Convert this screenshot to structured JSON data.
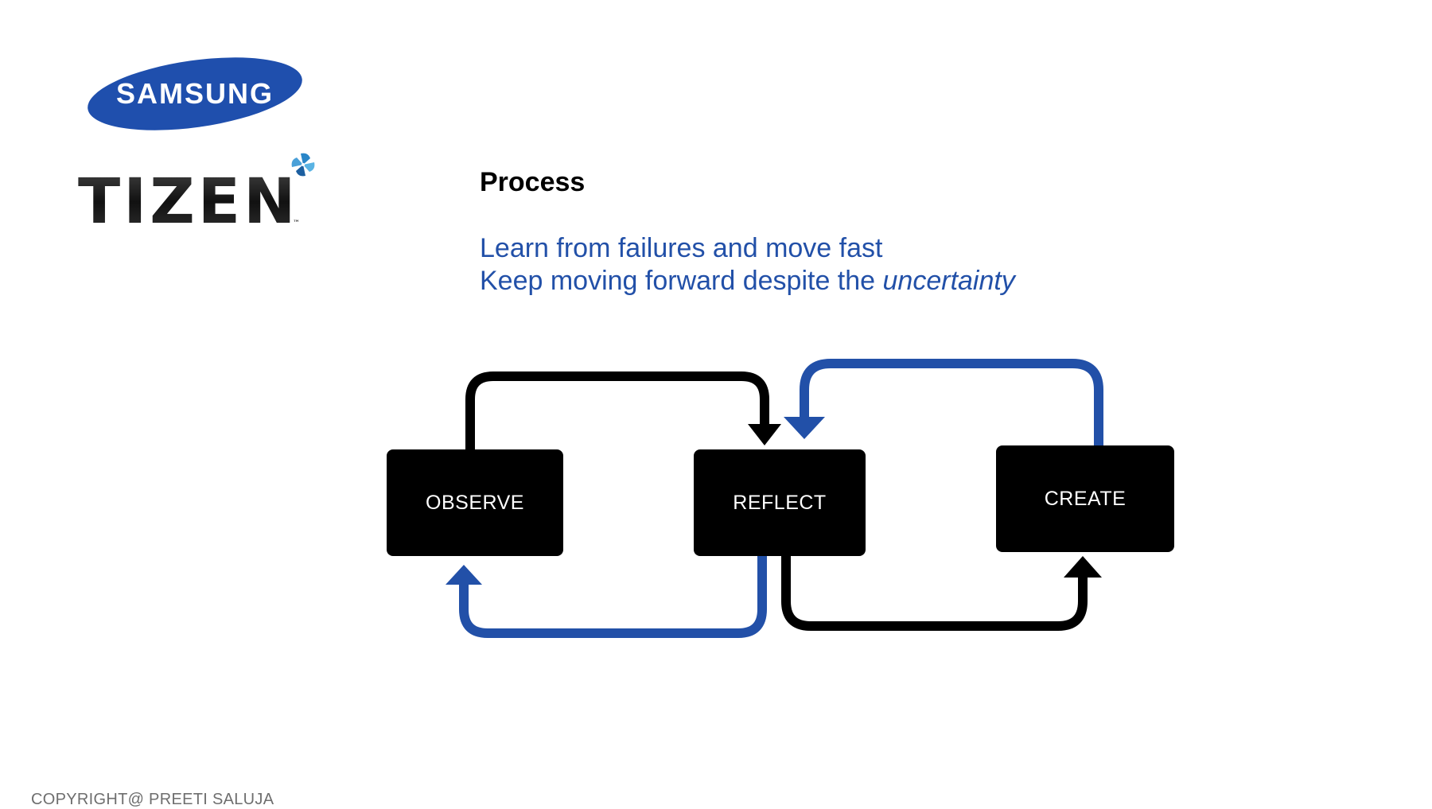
{
  "logos": {
    "samsung": "SAMSUNG",
    "tizen": "TIZEN",
    "tizen_tm": "™"
  },
  "slide": {
    "title": "Process",
    "subtitle_line1": "Learn from failures and move fast",
    "subtitle_line2_prefix": "Keep moving forward despite the ",
    "subtitle_line2_emphasis": "uncertainty"
  },
  "diagram": {
    "nodes": [
      "OBSERVE",
      "REFLECT",
      "CREATE"
    ],
    "colors": {
      "forward_arrow": "#000000",
      "feedback_arrow": "#2250a8",
      "box": "#000000"
    }
  },
  "footer": {
    "copyright": "COPYRIGHT@ PREETI SALUJA"
  }
}
